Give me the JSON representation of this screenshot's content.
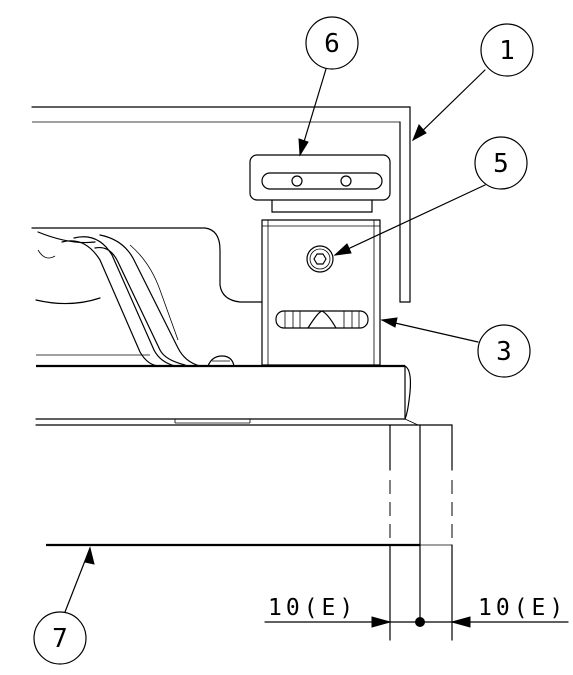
{
  "balloons": {
    "part1": "1",
    "part3": "3",
    "part5": "5",
    "part6": "6",
    "part7": "7"
  },
  "dimensions": {
    "left": "10(E)",
    "right": "10(E)"
  }
}
